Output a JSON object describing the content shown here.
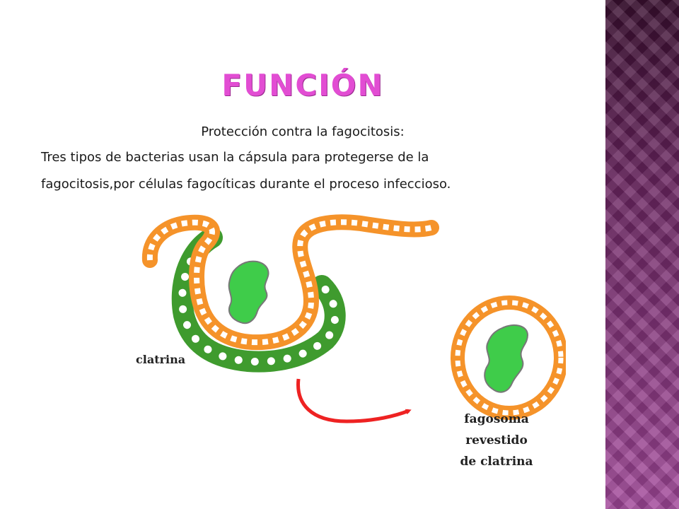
{
  "slide": {
    "title": "FUNCIÓN",
    "subtitle": "Protección contra la fagocitosis:",
    "body_line_1": "Tres tipos de bacterias usan la cápsula para protegerse de la",
    "body_line_2": "fagocitosis,por células fagocíticas durante el proceso infeccioso."
  },
  "diagram": {
    "label_clatrina": "clatrina",
    "label_fagosoma_1": "fagosoma",
    "label_fagosoma_2": "revestido",
    "label_fagosoma_3": "de clatrina"
  },
  "colors": {
    "membrane": "#f5932a",
    "clathrin": "#3f9b2e",
    "particle": "#3fcc4a",
    "arrow": "#ee2222",
    "title": "#e24dd3"
  }
}
